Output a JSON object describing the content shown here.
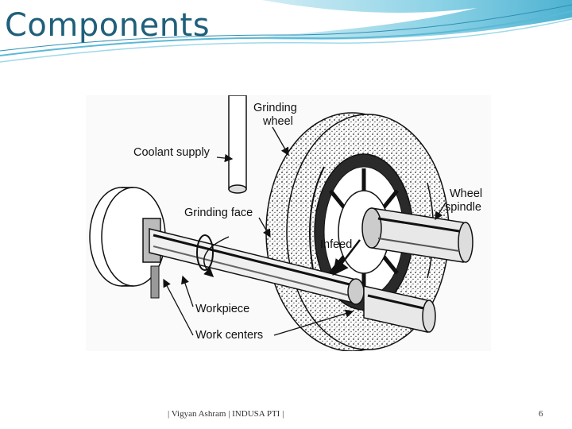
{
  "slide": {
    "title": "Components",
    "footer_text": "| Vigyan Ashram | INDUSA PTI |",
    "page_number": "6",
    "accent_color": "#1f5f7a"
  },
  "diagram": {
    "labels": {
      "grinding_wheel_line1": "Grinding",
      "grinding_wheel_line2": "wheel",
      "coolant_supply": "Coolant supply",
      "grinding_face": "Grinding face",
      "wheel_spindle_line1": "Wheel",
      "wheel_spindle_line2": "spindle",
      "infeed": "Infeed",
      "workpiece": "Workpiece",
      "work_centers": "Work centers"
    }
  }
}
